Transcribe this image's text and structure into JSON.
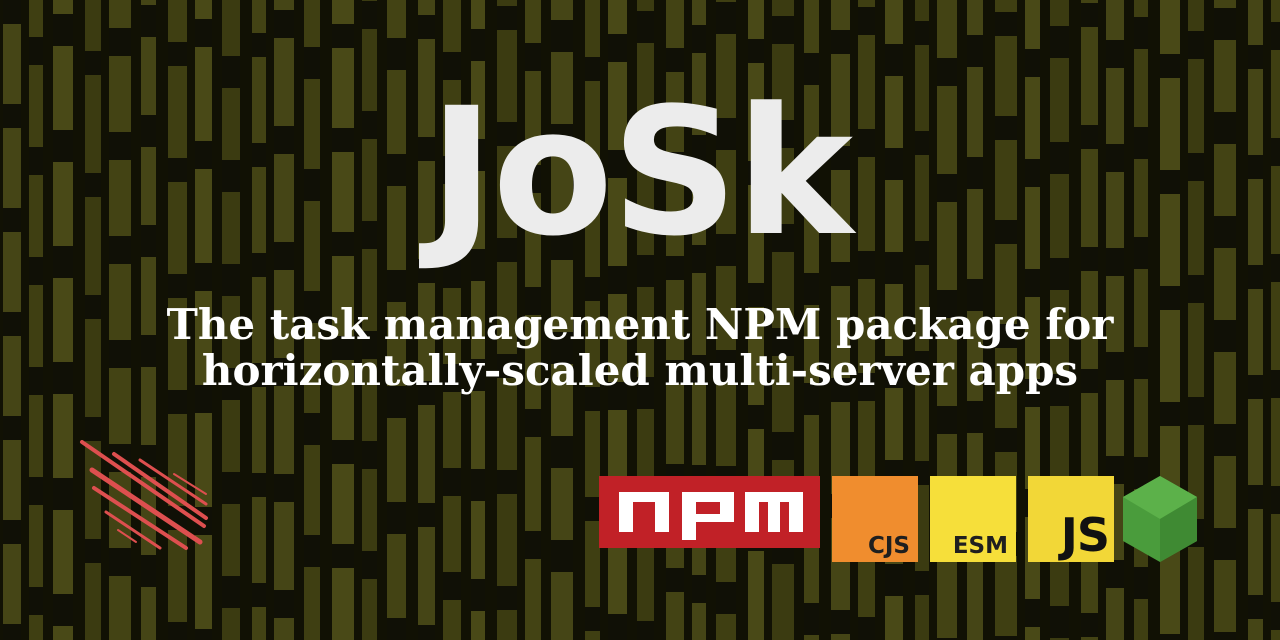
{
  "title": "JoSk",
  "subtitle": {
    "line1": "The task management NPM package for",
    "line2": "horizontally-scaled multi-server apps"
  },
  "badges": {
    "npm": "npm",
    "cjs": "CJS",
    "esm": "ESM",
    "js": "JS"
  },
  "icons": [
    "meteor-icon",
    "npm-logo",
    "nodejs-icon"
  ],
  "colors": {
    "background": "#151506",
    "stripe": "#51511a",
    "title": "#ececec",
    "npm": "#c12127",
    "cjs": "#f08d2e",
    "esm": "#f6df3a",
    "js": "#f2d737",
    "node": "#4a9c3c",
    "meteor": "#de4f4f"
  }
}
